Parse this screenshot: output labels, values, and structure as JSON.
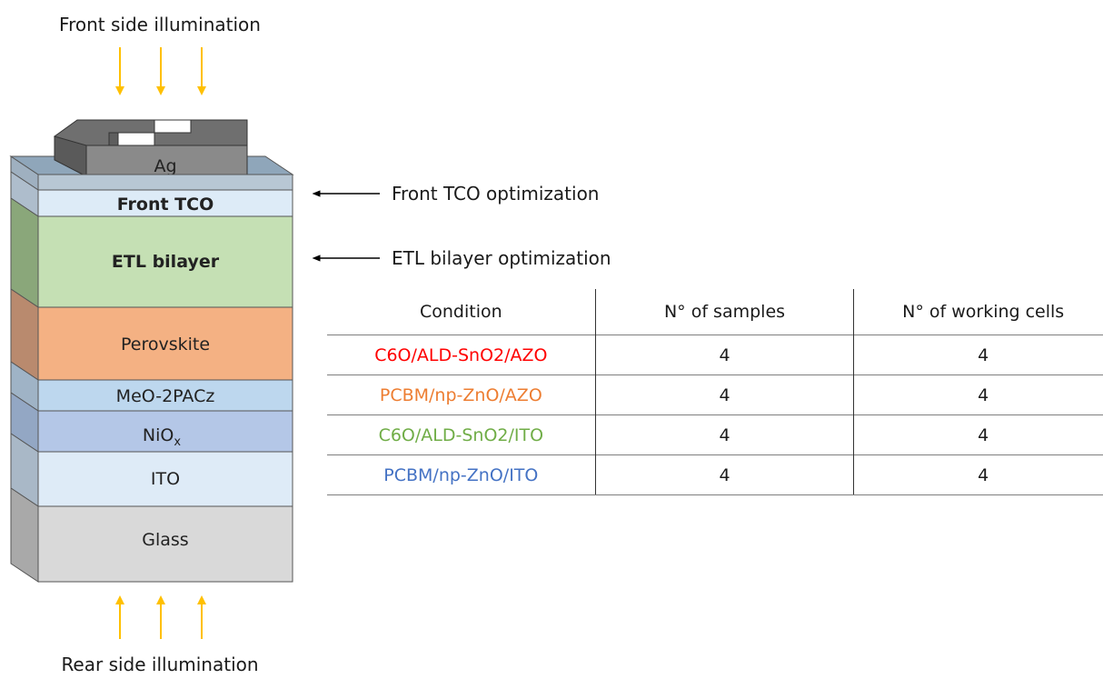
{
  "labels": {
    "front_illumination": "Front side illumination",
    "rear_illumination": "Rear side illumination",
    "front_tco_opt": "Front TCO optimization",
    "etl_opt": "ETL bilayer optimization"
  },
  "layers": {
    "ag": "Ag",
    "front_tco": "Front TCO",
    "etl": "ETL bilayer",
    "perovskite": "Perovskite",
    "meo": "MeO-2PACz",
    "niox_base": "NiO",
    "niox_sub": "x",
    "ito": "ITO",
    "glass": "Glass"
  },
  "colors": {
    "arrow": "#FFC000",
    "front_tco": "#DDEBF7",
    "etl": "#C5E0B4",
    "perovskite": "#F4B183",
    "meo": "#BDD7EE",
    "niox": "#B4C7E7",
    "ito": "#DEEBF7",
    "glass": "#D9D9D9",
    "ag": "#7F7F7F"
  },
  "table": {
    "headers": [
      "Condition",
      "N° of samples",
      "N° of working cells"
    ],
    "rows": [
      {
        "condition": "C6O/ALD-SnO2/AZO",
        "samples": "4",
        "cells": "4",
        "color": "#FF0000"
      },
      {
        "condition": "PCBM/np-ZnO/AZO",
        "samples": "4",
        "cells": "4",
        "color": "#ED7D31"
      },
      {
        "condition": "C6O/ALD-SnO2/ITO",
        "samples": "4",
        "cells": "4",
        "color": "#70AD47"
      },
      {
        "condition": "PCBM/np-ZnO/ITO",
        "samples": "4",
        "cells": "4",
        "color": "#4472C4"
      }
    ]
  }
}
